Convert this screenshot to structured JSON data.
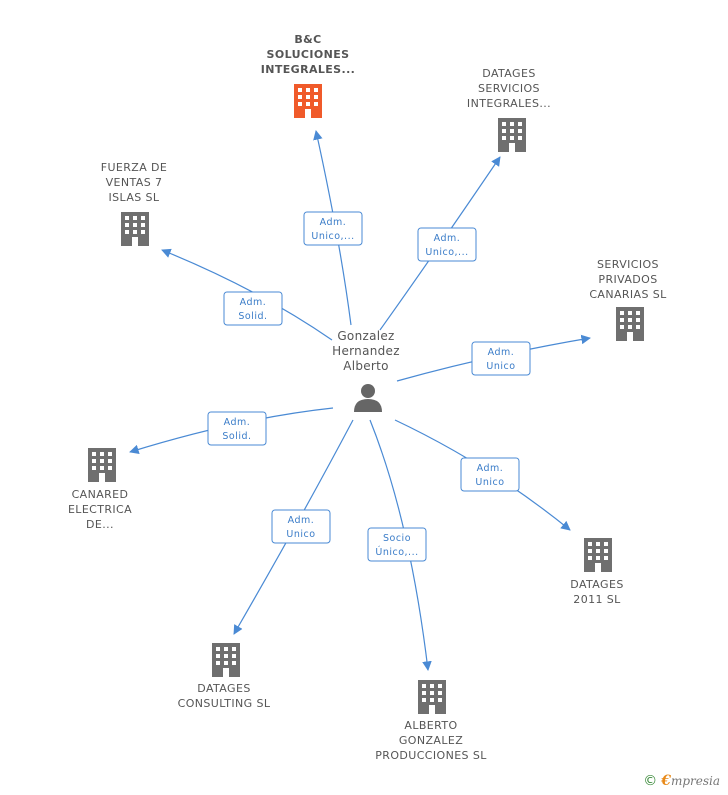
{
  "center": {
    "label_lines": [
      "Gonzalez",
      "Hernandez",
      "Alberto"
    ]
  },
  "nodes": [
    {
      "id": "bc",
      "lines": [
        "B&C",
        "SOLUCIONES",
        "INTEGRALES..."
      ],
      "highlight": true,
      "color": "#f05a2a"
    },
    {
      "id": "dsi",
      "lines": [
        "DATAGES",
        "SERVICIOS",
        "INTEGRALES..."
      ],
      "highlight": false,
      "color": "#6f6f6f"
    },
    {
      "id": "fv7",
      "lines": [
        "FUERZA DE",
        "VENTAS 7",
        "ISLAS SL"
      ],
      "highlight": false,
      "color": "#6f6f6f"
    },
    {
      "id": "spc",
      "lines": [
        "SERVICIOS",
        "PRIVADOS",
        "CANARIAS SL"
      ],
      "highlight": false,
      "color": "#6f6f6f"
    },
    {
      "id": "can",
      "lines": [
        "CANARED",
        "ELECTRICA",
        "DE..."
      ],
      "highlight": false,
      "color": "#6f6f6f"
    },
    {
      "id": "d2011",
      "lines": [
        "DATAGES",
        "2011 SL"
      ],
      "highlight": false,
      "color": "#6f6f6f"
    },
    {
      "id": "dcon",
      "lines": [
        "DATAGES",
        "CONSULTING SL"
      ],
      "highlight": false,
      "color": "#6f6f6f"
    },
    {
      "id": "agp",
      "lines": [
        "ALBERTO",
        "GONZALEZ",
        "PRODUCCIONES SL"
      ],
      "highlight": false,
      "color": "#6f6f6f"
    }
  ],
  "edges": [
    {
      "to": "bc",
      "lines": [
        "Adm.",
        "Unico,..."
      ]
    },
    {
      "to": "dsi",
      "lines": [
        "Adm.",
        "Unico,..."
      ]
    },
    {
      "to": "fv7",
      "lines": [
        "Adm.",
        "Solid."
      ]
    },
    {
      "to": "spc",
      "lines": [
        "Adm.",
        "Unico"
      ]
    },
    {
      "to": "can",
      "lines": [
        "Adm.",
        "Solid."
      ]
    },
    {
      "to": "d2011",
      "lines": [
        "Adm.",
        "Unico"
      ]
    },
    {
      "to": "dcon",
      "lines": [
        "Adm.",
        "Unico"
      ]
    },
    {
      "to": "agp",
      "lines": [
        "Socio",
        "Único,..."
      ]
    }
  ],
  "footer": {
    "copyright": "©",
    "brand_initial": "€",
    "brand_rest": "mpresia"
  },
  "colors": {
    "edge": "#4a8ad4",
    "person": "#666666"
  }
}
